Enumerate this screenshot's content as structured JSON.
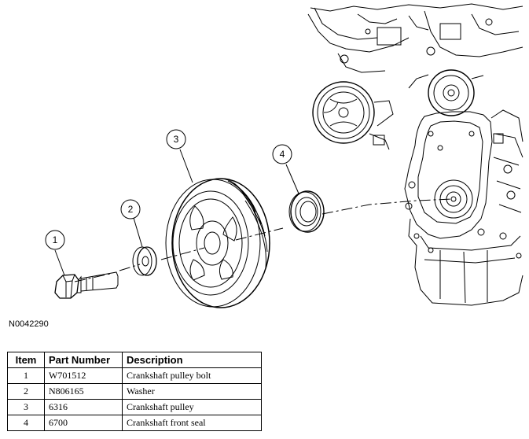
{
  "figure": {
    "id": "N0042290",
    "callouts": [
      "1",
      "2",
      "3",
      "4"
    ]
  },
  "table": {
    "headers": [
      "Item",
      "Part Number",
      "Description"
    ],
    "rows": [
      {
        "item": "1",
        "part_number": "W701512",
        "description": "Crankshaft pulley bolt"
      },
      {
        "item": "2",
        "part_number": "N806165",
        "description": "Washer"
      },
      {
        "item": "3",
        "part_number": "6316",
        "description": "Crankshaft pulley"
      },
      {
        "item": "4",
        "part_number": "6700",
        "description": "Crankshaft front seal"
      }
    ]
  }
}
